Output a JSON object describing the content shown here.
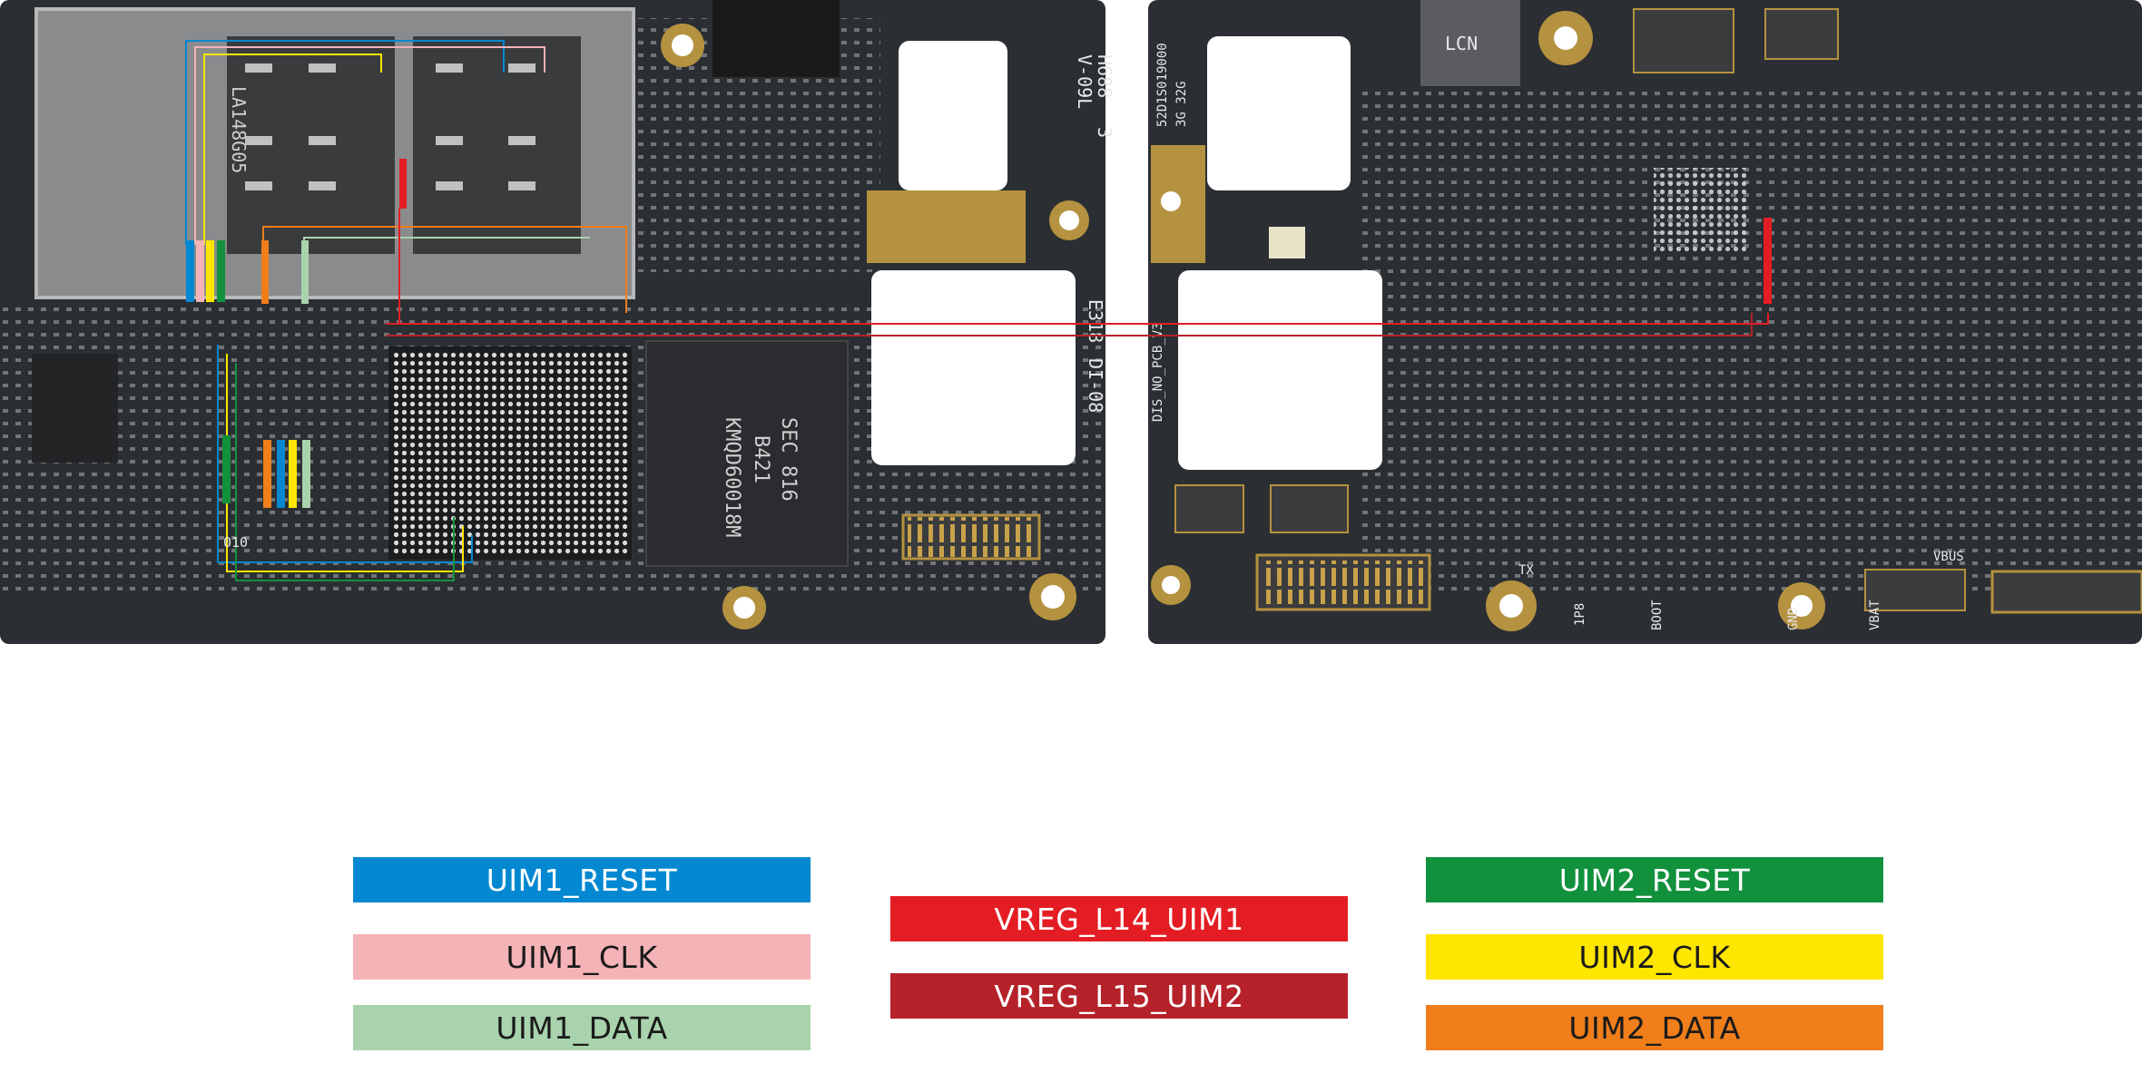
{
  "board": {
    "left_panel_labels": [
      "E318",
      "DI-08",
      "V-09L",
      "H688",
      "3",
      "010",
      "SEC 816",
      "B421",
      "KMQD60018M",
      "LA148G05"
    ],
    "right_panel_labels": [
      "LCN",
      "52D1S019000",
      "3G 32G",
      "DIS_NO_PCB_V3",
      "TX",
      "1P8",
      "BOOT",
      "GND",
      "VBAT",
      "VBUS"
    ]
  },
  "legend": {
    "uim1_reset": {
      "label": "UIM1_RESET",
      "color": "#0388d1",
      "text_color": "#ffffff"
    },
    "uim1_clk": {
      "label": "UIM1_CLK",
      "color": "#f4b3b7",
      "text_color": "#1a1a1a"
    },
    "uim1_data": {
      "label": "UIM1_DATA",
      "color": "#a9d3ad",
      "text_color": "#1a1a1a"
    },
    "vreg_l14_uim1": {
      "label": "VREG_L14_UIM1",
      "color": "#e41d24",
      "text_color": "#ffffff"
    },
    "vreg_l15_uim2": {
      "label": "VREG_L15_UIM2",
      "color": "#b5222a",
      "text_color": "#ffffff"
    },
    "uim2_reset": {
      "label": "UIM2_RESET",
      "color": "#12913d",
      "text_color": "#ffffff"
    },
    "uim2_clk": {
      "label": "UIM2_CLK",
      "color": "#ffe600",
      "text_color": "#1a1a1a"
    },
    "uim2_data": {
      "label": "UIM2_DATA",
      "color": "#ef7e1b",
      "text_color": "#1a1a1a"
    }
  }
}
